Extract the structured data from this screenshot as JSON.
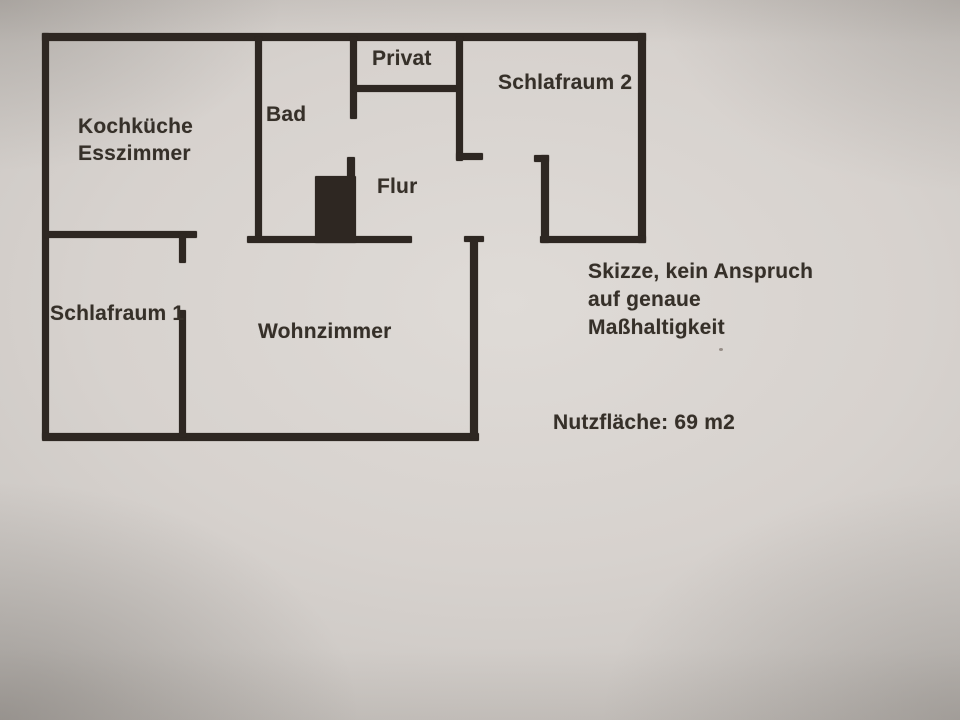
{
  "document": {
    "type": "floor-plan-sketch",
    "rooms": {
      "kochkueche": {
        "line1": "Kochküche",
        "line2": "Esszimmer"
      },
      "bad": {
        "label": "Bad"
      },
      "privat": {
        "label": "Privat"
      },
      "schlafraum2": {
        "label": "Schlafraum 2"
      },
      "flur": {
        "label": "Flur"
      },
      "schlafraum1": {
        "label": "Schlafraum 1"
      },
      "wohnzimmer": {
        "label": "Wohnzimmer"
      }
    },
    "notes": {
      "disclaimer_line1": "Skizze, kein Anspruch",
      "disclaimer_line2": "auf genaue",
      "disclaimer_line3": "Maßhaltigkeit",
      "area": "Nutzfläche: 69 m2"
    },
    "colors": {
      "paper": "#d7d2ce",
      "wall": "#2e2722",
      "text": "#363029"
    }
  }
}
